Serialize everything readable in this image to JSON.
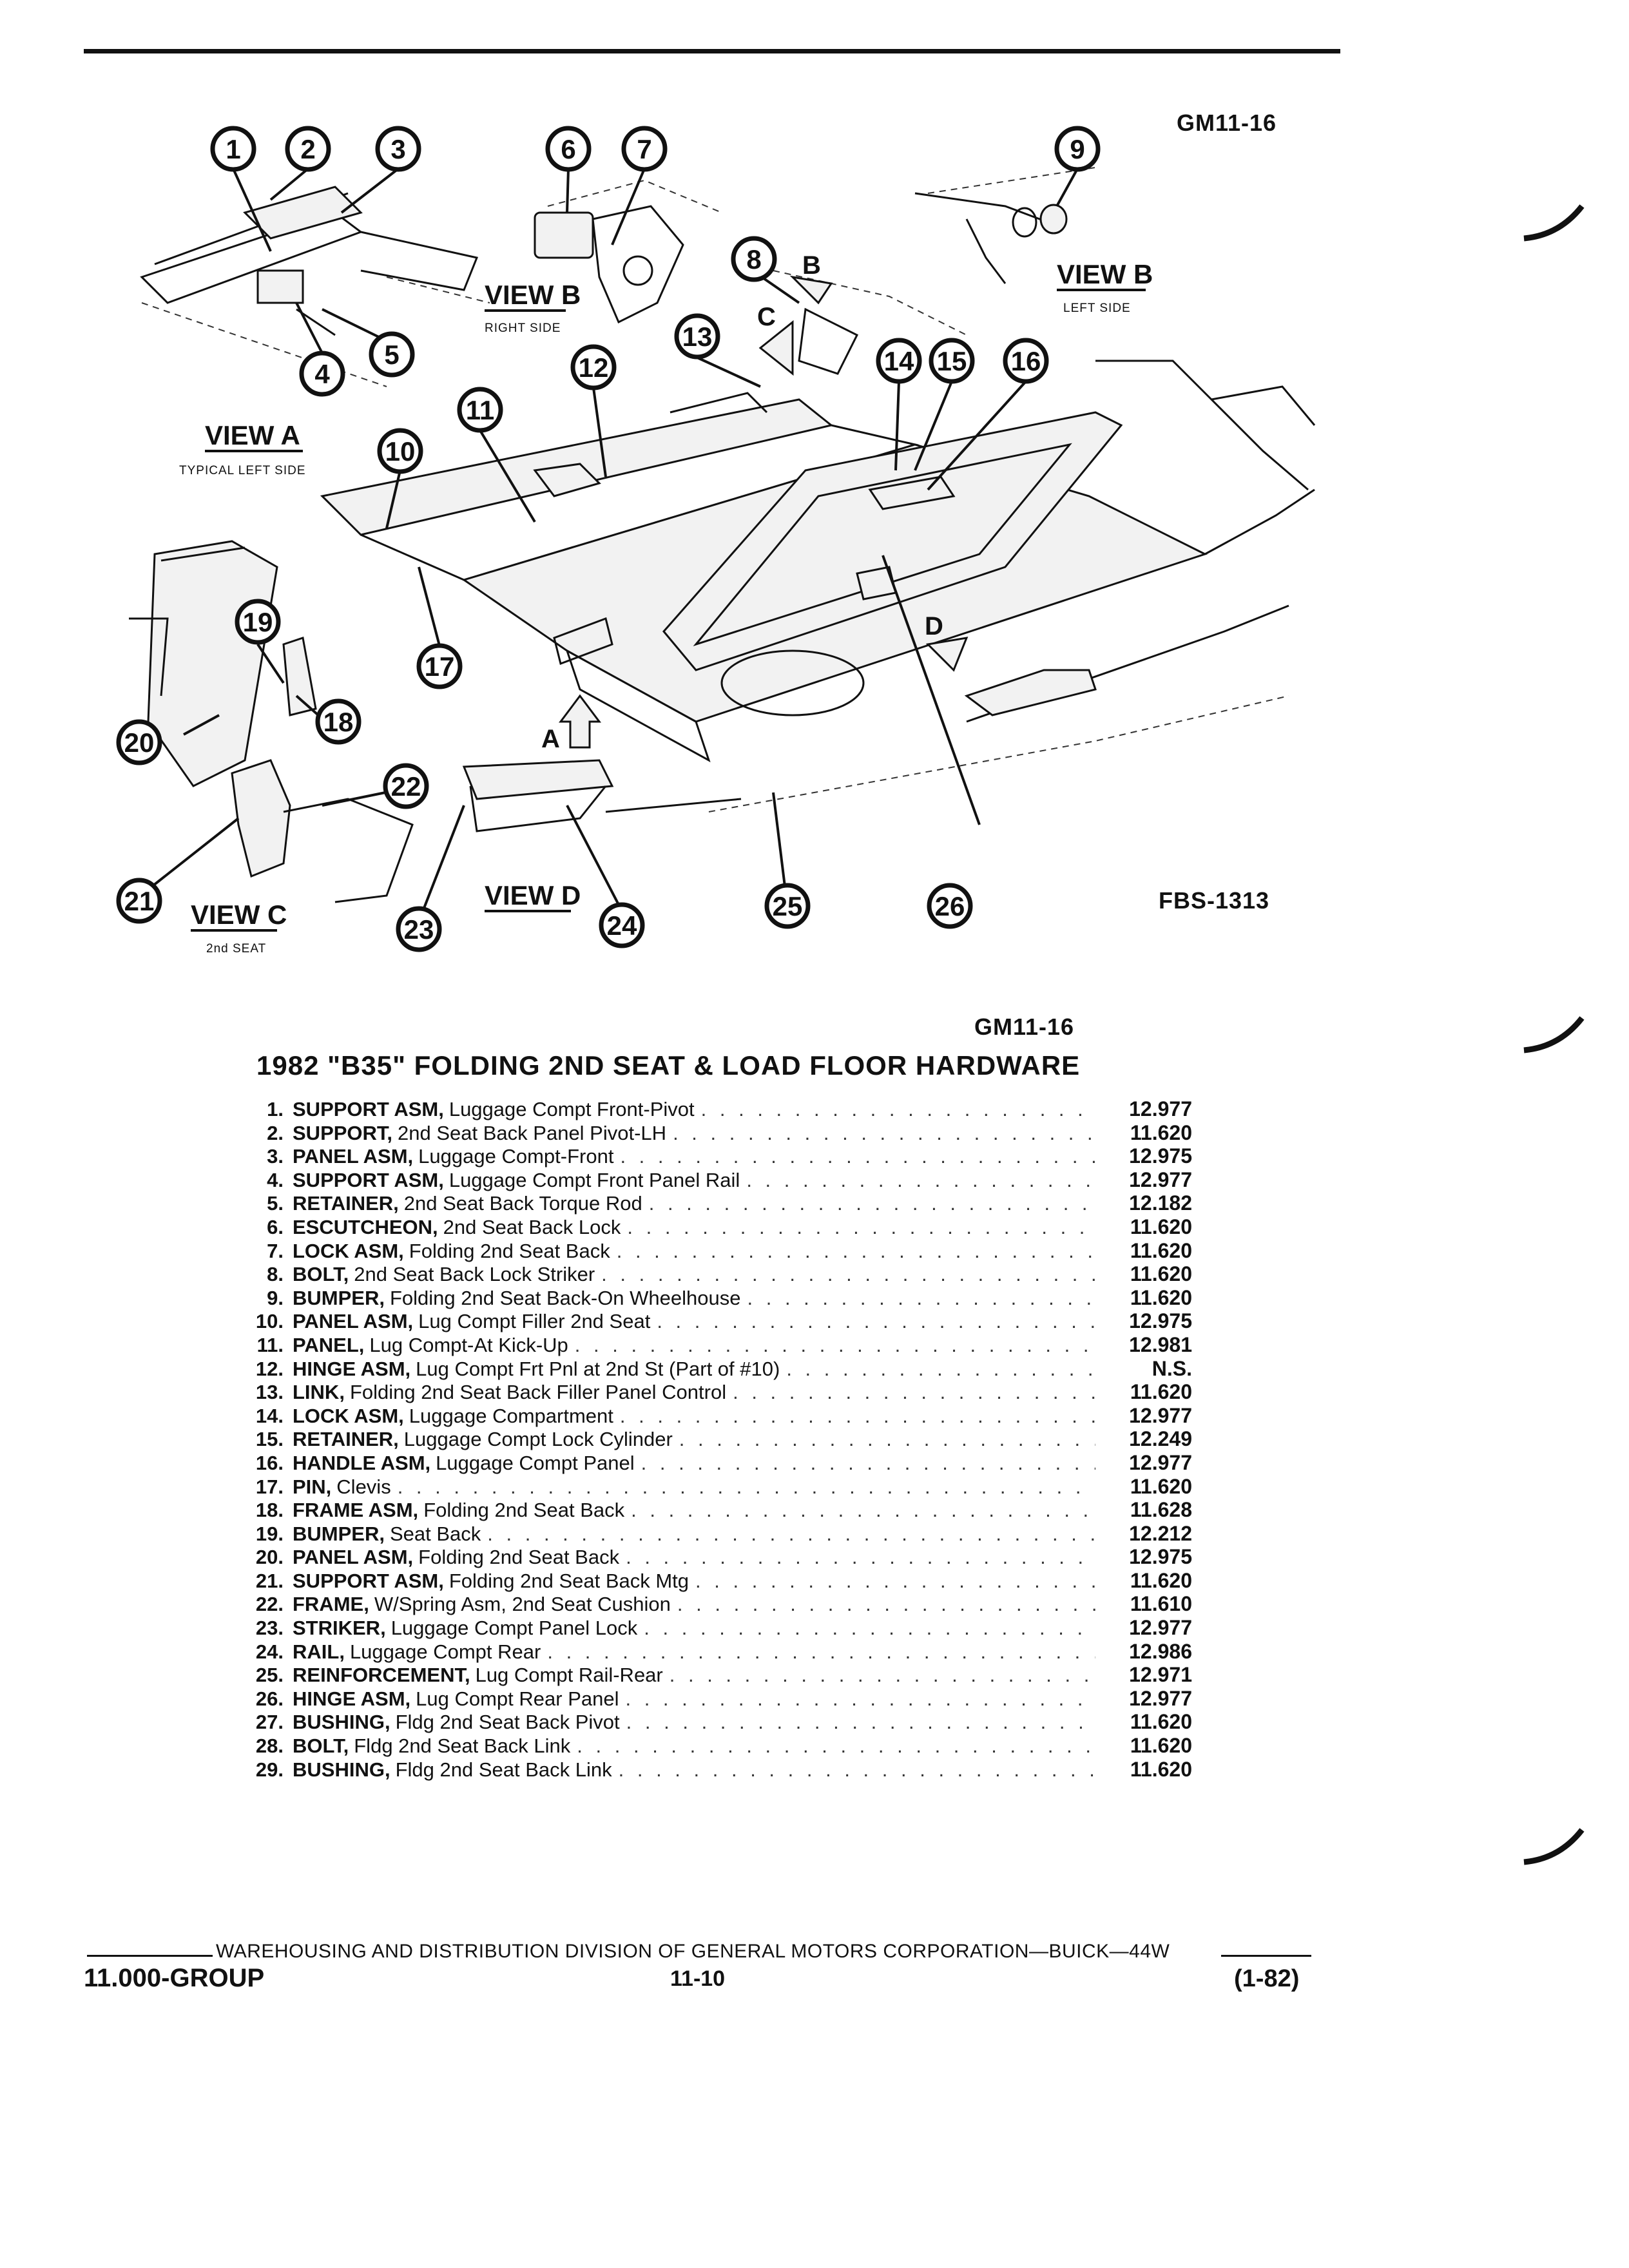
{
  "header": {
    "diagram_code": "GM11-16",
    "figure_code": "FBS-1313",
    "table_code": "GM11-16"
  },
  "views": {
    "view_a": {
      "label": "VIEW A",
      "sub": "TYPICAL LEFT SIDE"
    },
    "view_b_right": {
      "label": "VIEW B",
      "sub": "RIGHT SIDE"
    },
    "view_b_left": {
      "label": "VIEW B",
      "sub": "LEFT SIDE"
    },
    "view_c": {
      "label": "VIEW C",
      "sub": "2nd SEAT"
    },
    "view_d": {
      "label": "VIEW D"
    }
  },
  "arrows": {
    "a": "A",
    "b": "B",
    "c": "C",
    "d": "D"
  },
  "callouts": [
    "1",
    "2",
    "3",
    "4",
    "5",
    "6",
    "7",
    "8",
    "9",
    "10",
    "11",
    "12",
    "13",
    "14",
    "15",
    "16",
    "17",
    "18",
    "19",
    "20",
    "21",
    "22",
    "23",
    "24",
    "25",
    "26"
  ],
  "title": "1982 \"B35\" FOLDING 2ND SEAT & LOAD FLOOR HARDWARE",
  "parts": [
    {
      "num": "1.",
      "name": "SUPPORT ASM,",
      "desc": "Luggage Compt Front-Pivot",
      "group": "12.977"
    },
    {
      "num": "2.",
      "name": "SUPPORT,",
      "desc": "2nd Seat Back Panel Pivot-LH",
      "group": "11.620"
    },
    {
      "num": "3.",
      "name": "PANEL ASM,",
      "desc": "Luggage Compt-Front",
      "group": "12.975"
    },
    {
      "num": "4.",
      "name": "SUPPORT ASM,",
      "desc": "Luggage Compt Front Panel Rail",
      "group": "12.977"
    },
    {
      "num": "5.",
      "name": "RETAINER,",
      "desc": "2nd Seat Back Torque Rod",
      "group": "12.182"
    },
    {
      "num": "6.",
      "name": "ESCUTCHEON,",
      "desc": "2nd Seat Back Lock",
      "group": "11.620"
    },
    {
      "num": "7.",
      "name": "LOCK ASM,",
      "desc": "Folding 2nd Seat Back",
      "group": "11.620"
    },
    {
      "num": "8.",
      "name": "BOLT,",
      "desc": "2nd Seat Back Lock Striker",
      "group": "11.620"
    },
    {
      "num": "9.",
      "name": "BUMPER,",
      "desc": "Folding 2nd Seat Back-On Wheelhouse",
      "group": "11.620"
    },
    {
      "num": "10.",
      "name": "PANEL ASM,",
      "desc": "Lug Compt Filler 2nd Seat",
      "group": "12.975"
    },
    {
      "num": "11.",
      "name": "PANEL,",
      "desc": "Lug Compt-At Kick-Up",
      "group": "12.981"
    },
    {
      "num": "12.",
      "name": "HINGE ASM,",
      "desc": "Lug Compt Frt Pnl at 2nd St (Part of #10)",
      "group": "N.S."
    },
    {
      "num": "13.",
      "name": "LINK,",
      "desc": "Folding 2nd Seat Back Filler Panel Control",
      "group": "11.620"
    },
    {
      "num": "14.",
      "name": "LOCK ASM,",
      "desc": "Luggage Compartment",
      "group": "12.977"
    },
    {
      "num": "15.",
      "name": "RETAINER,",
      "desc": "Luggage Compt Lock Cylinder",
      "group": "12.249"
    },
    {
      "num": "16.",
      "name": "HANDLE ASM,",
      "desc": "Luggage Compt Panel",
      "group": "12.977"
    },
    {
      "num": "17.",
      "name": "PIN,",
      "desc": "Clevis",
      "group": "11.620"
    },
    {
      "num": "18.",
      "name": "FRAME ASM,",
      "desc": "Folding 2nd Seat Back",
      "group": "11.628"
    },
    {
      "num": "19.",
      "name": "BUMPER,",
      "desc": "Seat Back",
      "group": "12.212"
    },
    {
      "num": "20.",
      "name": "PANEL ASM,",
      "desc": "Folding 2nd Seat Back",
      "group": "12.975"
    },
    {
      "num": "21.",
      "name": "SUPPORT ASM,",
      "desc": "Folding 2nd Seat Back Mtg",
      "group": "11.620"
    },
    {
      "num": "22.",
      "name": "FRAME,",
      "desc": "W/Spring Asm, 2nd Seat Cushion",
      "group": "11.610"
    },
    {
      "num": "23.",
      "name": "STRIKER,",
      "desc": "Luggage Compt Panel Lock",
      "group": "12.977"
    },
    {
      "num": "24.",
      "name": "RAIL,",
      "desc": "Luggage Compt Rear",
      "group": "12.986"
    },
    {
      "num": "25.",
      "name": "REINFORCEMENT,",
      "desc": "Lug Compt Rail-Rear",
      "group": "12.971"
    },
    {
      "num": "26.",
      "name": "HINGE ASM,",
      "desc": "Lug Compt Rear Panel",
      "group": "12.977"
    },
    {
      "num": "27.",
      "name": "BUSHING,",
      "desc": "Fldg 2nd Seat Back Pivot",
      "group": "11.620"
    },
    {
      "num": "28.",
      "name": "BOLT,",
      "desc": "Fldg 2nd Seat Back Link",
      "group": "11.620"
    },
    {
      "num": "29.",
      "name": "BUSHING,",
      "desc": "Fldg 2nd Seat Back Link",
      "group": "11.620"
    }
  ],
  "footer": {
    "division_line": "WAREHOUSING AND DISTRIBUTION  DIVISION OF GENERAL MOTORS CORPORATION—BUICK—44W",
    "group": "11.000-GROUP",
    "page": "11-10",
    "date_code": "(1-82)"
  }
}
